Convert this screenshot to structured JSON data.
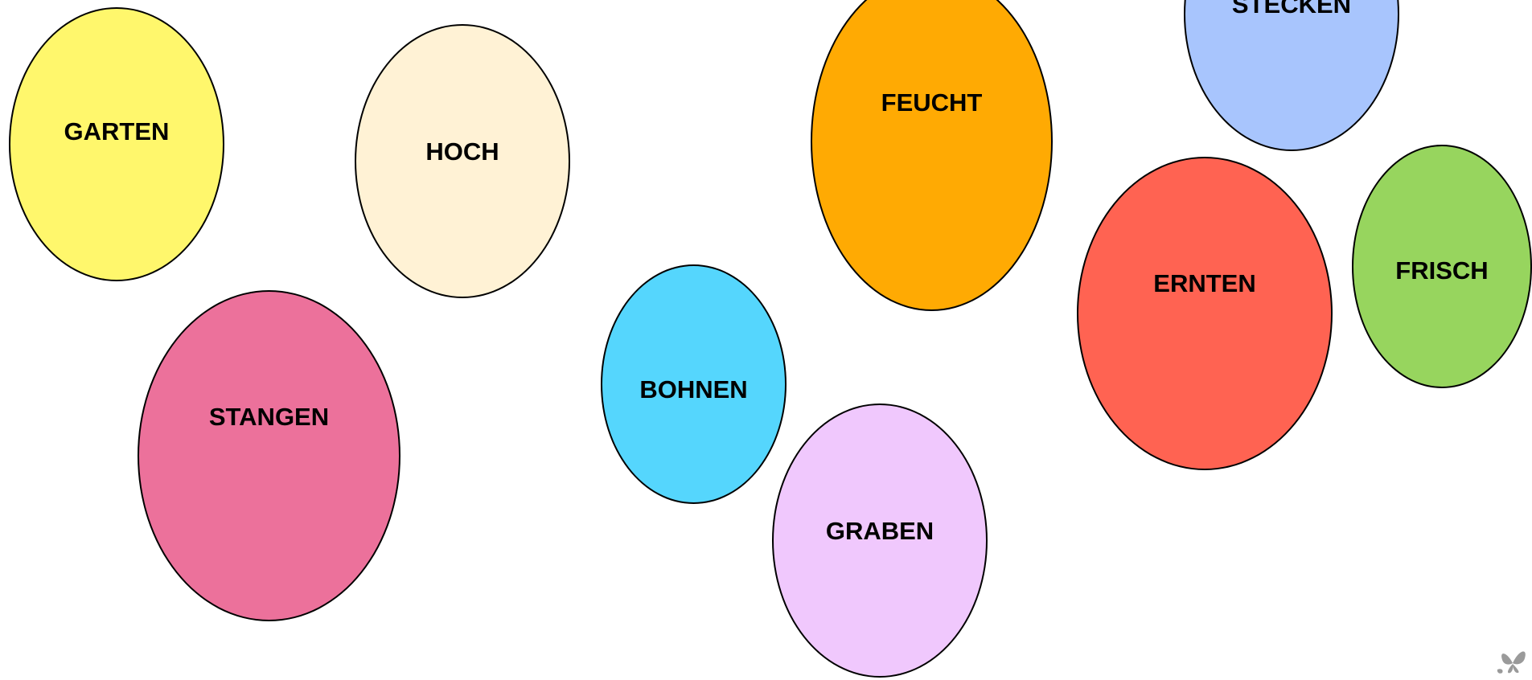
{
  "eggs": [
    {
      "id": "garten",
      "label": "GARTEN",
      "color": "#FFF76C"
    },
    {
      "id": "hoch",
      "label": "HOCH",
      "color": "#FFF2D5"
    },
    {
      "id": "stangen",
      "label": "STANGEN",
      "color": "#EC719B"
    },
    {
      "id": "bohnen",
      "label": "BOHNEN",
      "color": "#55D6FD"
    },
    {
      "id": "feucht",
      "label": "FEUCHT",
      "color": "#FFAA03"
    },
    {
      "id": "graben",
      "label": "GRABEN",
      "color": "#F0C8FD"
    },
    {
      "id": "stecken",
      "label": "STECKEN",
      "color": "#A8C5FD"
    },
    {
      "id": "ernten",
      "label": "ERNTEN",
      "color": "#FF6352"
    },
    {
      "id": "frisch",
      "label": "FRISCH",
      "color": "#97D55E"
    }
  ],
  "corner_logo": {
    "icon": "butterfly-icon",
    "color": "#9A9A9A"
  }
}
